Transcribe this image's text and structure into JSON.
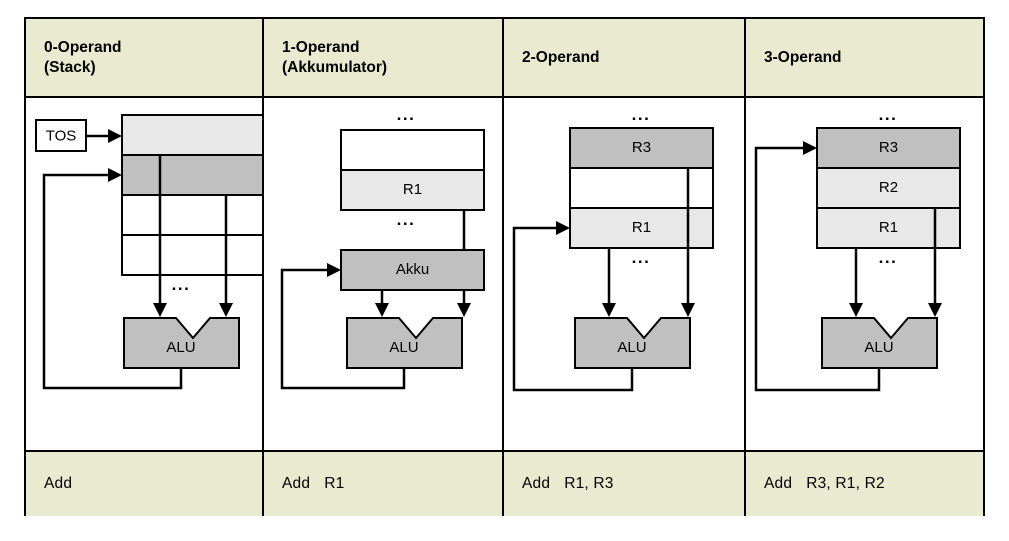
{
  "colors": {
    "header_bg": "#e9ead0",
    "footer_bg": "#e9ead0",
    "dark_gray": "#c0c0c0",
    "light_gray": "#e8e8e8",
    "white": "#ffffff",
    "outline": "#000000"
  },
  "columns": [
    {
      "id": "zero-operand",
      "header_line1": "0-Operand",
      "header_line2": "(Stack)",
      "pointer_label": "TOS",
      "alu_label": "ALU",
      "ellipsis": "...",
      "stack_cells": [
        "",
        "",
        "",
        ""
      ],
      "instruction": {
        "mnemonic": "Add",
        "operands": ""
      }
    },
    {
      "id": "one-operand",
      "header_line1": "1-Operand",
      "header_line2": "(Akkumulator)",
      "alu_label": "ALU",
      "accumulator_label": "Akku",
      "ellipsis": "...",
      "register_cells": [
        "",
        "R1"
      ],
      "instruction": {
        "mnemonic": "Add",
        "operands": "R1"
      }
    },
    {
      "id": "two-operand",
      "header_line1": "2-Operand",
      "header_line2": "",
      "alu_label": "ALU",
      "ellipsis": "...",
      "register_cells": [
        "R3",
        "",
        "R1"
      ],
      "instruction": {
        "mnemonic": "Add",
        "operands": "R1, R3"
      }
    },
    {
      "id": "three-operand",
      "header_line1": "3-Operand",
      "header_line2": "",
      "alu_label": "ALU",
      "ellipsis": "...",
      "register_cells": [
        "R3",
        "R2",
        "R1"
      ],
      "instruction": {
        "mnemonic": "Add",
        "operands": "R3, R1, R2"
      }
    }
  ]
}
